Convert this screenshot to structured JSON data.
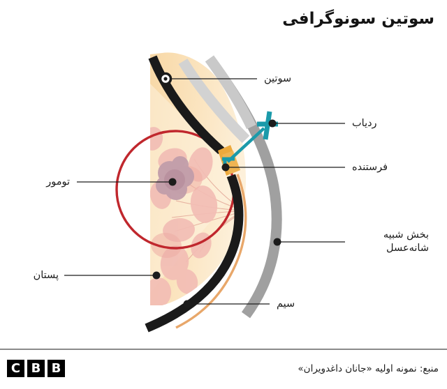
{
  "header": {
    "title": "سوتین سونوگرافی"
  },
  "diagram": {
    "labels": [
      {
        "id": "bra",
        "text": "سوتین",
        "icon": "bra-strap"
      },
      {
        "id": "tracker",
        "text": "ردیاب",
        "icon": "tracker-cross"
      },
      {
        "id": "transmitter",
        "text": "فرستنده",
        "icon": "transmitter-patch"
      },
      {
        "id": "honeycomb",
        "text": "بخش شبیه شانه‌عسل",
        "icon": "honeycomb-band"
      },
      {
        "id": "wire",
        "text": "سیم",
        "icon": "wire-line"
      },
      {
        "id": "tumor",
        "text": "تومور",
        "icon": "tumor-mass"
      },
      {
        "id": "breast",
        "text": "پستان",
        "icon": "breast-body"
      }
    ],
    "colors": {
      "skin": "#f9dcb0",
      "skin_light": "#fcecd2",
      "lobule": "#f0b5ae",
      "lobule_light": "#f5cbc5",
      "tumor": "#c09aa6",
      "tumor_core": "#b68c9b",
      "strap_black": "#1a1a1a",
      "band_gray": "#9b9b9b",
      "band_gray_light": "#cfcfcf",
      "accent_red": "#c0272d",
      "accent_teal": "#1b9aaa",
      "transmitter_orange": "#eda93c",
      "wire_orange": "#e8a76a",
      "leader": "#1c1c1c"
    }
  },
  "footer": {
    "logo_letters": [
      "B",
      "B",
      "C"
    ],
    "source": "منبع: نمونه اولیه «جانان داغدویران»"
  }
}
